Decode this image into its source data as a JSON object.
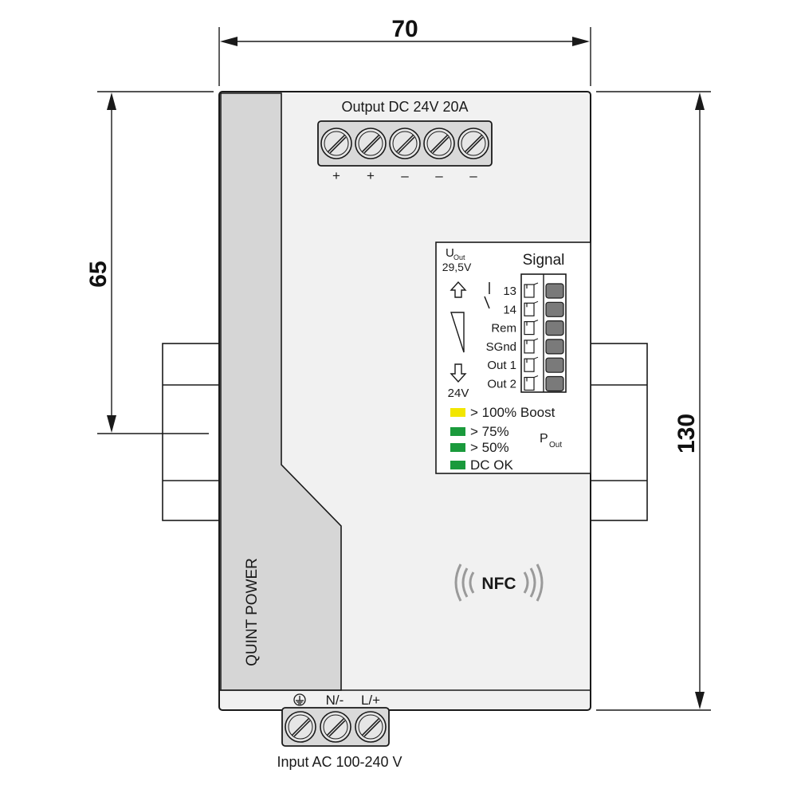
{
  "dimensions": {
    "width": "70",
    "half_height": "65",
    "height": "130"
  },
  "device": {
    "brand_label": "QUINT POWER",
    "output_label": "Output DC 24V 20A",
    "output_terminal_count": 5,
    "output_polarity": [
      "+",
      "+",
      "–",
      "–",
      "–"
    ],
    "input_label": "Input AC 100-240 V",
    "input_terminal_count": 3,
    "input_marks": {
      "earth_icon": "ground-icon",
      "neutral": "N/-",
      "line": "L/+"
    },
    "nfc_label": "NFC"
  },
  "signal_panel": {
    "title": "Signal",
    "u_out_main": "U",
    "u_out_sub": "Out",
    "u_max": "29,5V",
    "u_min": "24V",
    "pins": [
      "13",
      "14",
      "Rem",
      "SGnd",
      "Out 1",
      "Out 2"
    ],
    "leds": [
      {
        "label": "> 100% Boost",
        "color": "#f2e600"
      },
      {
        "label": "> 75%",
        "color": "#1a9a3c"
      },
      {
        "label": "> 50%",
        "color": "#1a9a3c"
      },
      {
        "label": "DC OK",
        "color": "#1a9a3c"
      }
    ],
    "p_out_main": "P",
    "p_out_sub": "Out"
  },
  "colors": {
    "housing_stripe": "#d6d6d6",
    "housing_face": "#f1f1f1",
    "terminal": "#cfcfcf",
    "line": "#1a1a1a"
  }
}
